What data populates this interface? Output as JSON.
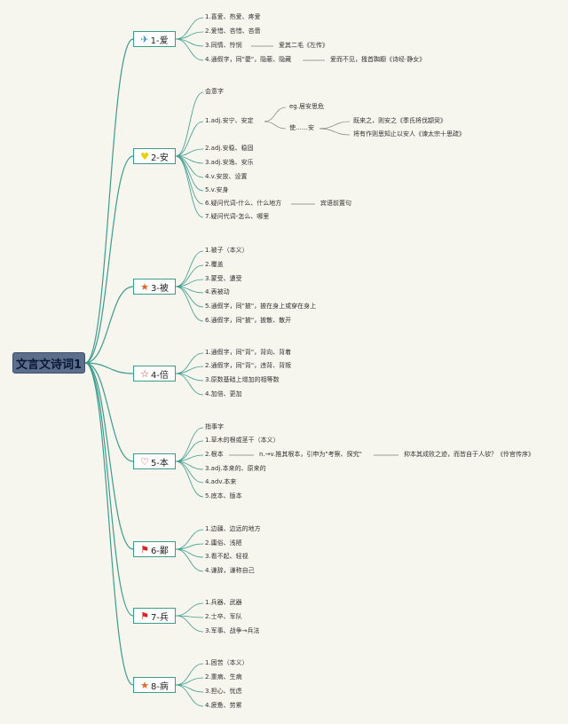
{
  "root": {
    "label": "文言文诗词1"
  },
  "branches": [
    {
      "label": "1-爱",
      "icon": "✈",
      "icon_name": "paper-plane-icon",
      "icon_color": "#3a8ad0",
      "items": [
        "1.喜爱、热爱、疼爱",
        "2.爱惜、吝惜、吝啬",
        "3.同情、怜悯",
        "4.通假字，同\"薆\"，隐蔽、隐藏"
      ],
      "notes": [
        "爱其二毛《左传》",
        "爱而不见，搔首踟蹰《诗经·静女》"
      ]
    },
    {
      "label": "2-安",
      "icon": "♥",
      "icon_name": "yellow-heart-icon",
      "icon_color": "#e8d000",
      "items": [
        "会意字",
        "1.adj.安宁、安定",
        "2.adj.安稳、稳固",
        "3.adj.安逸、安乐",
        "4.v.安放、设置",
        "5.v.安身",
        "6.疑问代词-什么、什么地方",
        "7.疑问代词-怎么、哪里"
      ],
      "sub1": [
        "eg.居安思危",
        "使……安"
      ],
      "sub2": [
        "既来之，则安之《季氏将伐颛臾》",
        "将有作则思知止以安人《谏太宗十思疏》"
      ],
      "note6": "宾语前置句"
    },
    {
      "label": "3-被",
      "icon": "★",
      "icon_name": "orange-star-icon",
      "icon_color": "#e06a22",
      "items": [
        "1.被子（本义）",
        "2.覆盖",
        "3.蒙受、遭受",
        "4.表被动",
        "5.通假字，同\"披\"，披在身上或穿在身上",
        "6.通假字，同\"披\"，披散、散开"
      ]
    },
    {
      "label": "4-倍",
      "icon": "☆",
      "icon_name": "star-outline-icon",
      "icon_color": "#e03030",
      "items": [
        "1.通假字，同\"背\"，背向、背着",
        "2.通假字，同\"背\"，违背、背叛",
        "3.原数基础上增加的相等数",
        "4.加倍、更加"
      ]
    },
    {
      "label": "5-本",
      "icon": "♡",
      "icon_name": "heart-outline-icon",
      "icon_color": "#e03030",
      "items": [
        "指事字",
        "1.草木的根或茎干（本义）",
        "2.根本",
        "3.adj.本来的、原来的",
        "4.adv.本来",
        "5.底本、版本"
      ],
      "note2a": "n.→v.推其根本，引申为\"考察、探究\"",
      "note2b": "抑本其成败之迹，而皆自于人欤？《伶官传序》"
    },
    {
      "label": "6-鄙",
      "icon": "⚑",
      "icon_name": "red-flag-icon",
      "icon_color": "#e02020",
      "items": [
        "1.边疆、边远的地方",
        "2.庸俗、浅陋",
        "3.看不起、轻视",
        "4.谦辞，谦称自己"
      ]
    },
    {
      "label": "7-兵",
      "icon": "⚑",
      "icon_name": "red-flag-icon",
      "icon_color": "#e02020",
      "items": [
        "1.兵器、武器",
        "2.士卒、军队",
        "3.军事、战争→兵法"
      ]
    },
    {
      "label": "8-病",
      "icon": "★",
      "icon_name": "orange-star-icon",
      "icon_color": "#e06a22",
      "items": [
        "1.困苦（本义）",
        "2.重病、生病",
        "3.担心、忧虑",
        "4.疲惫、劳累"
      ]
    }
  ]
}
